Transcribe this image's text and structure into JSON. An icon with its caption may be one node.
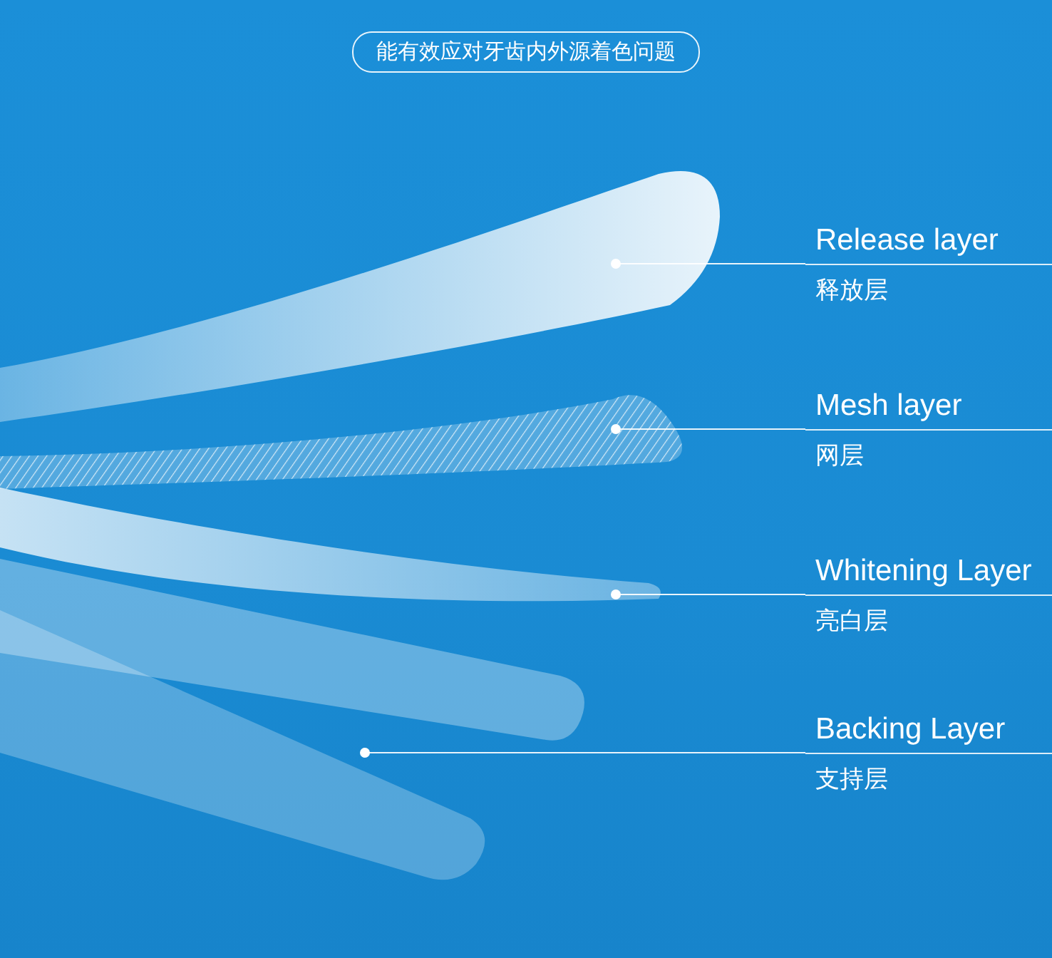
{
  "diagram": {
    "title": "能有效应对牙齿内外源着色问题",
    "nodes": [
      {
        "text": [
          "Release layer",
          "释放层"
        ]
      },
      {
        "text": [
          "Mesh layer",
          "网层"
        ]
      },
      {
        "text": [
          "Whitening Layer",
          "亮白层"
        ]
      },
      {
        "text": [
          "Backing Layer",
          "支持层"
        ]
      },
      {
        "text": [],
        "shape": "picture"
      },
      {
        "text": [],
        "shape": "picture"
      },
      {
        "text": [],
        "shape": "picture"
      },
      {
        "text": [],
        "shape": "picture"
      }
    ],
    "edges": [
      {
        "from": 0,
        "to": 4,
        "arrow": "other"
      },
      {
        "from": 1,
        "to": 5,
        "arrow": "other"
      },
      {
        "from": 2,
        "to": 6,
        "arrow": "other"
      },
      {
        "from": 3,
        "to": 7,
        "arrow": "other"
      }
    ]
  }
}
